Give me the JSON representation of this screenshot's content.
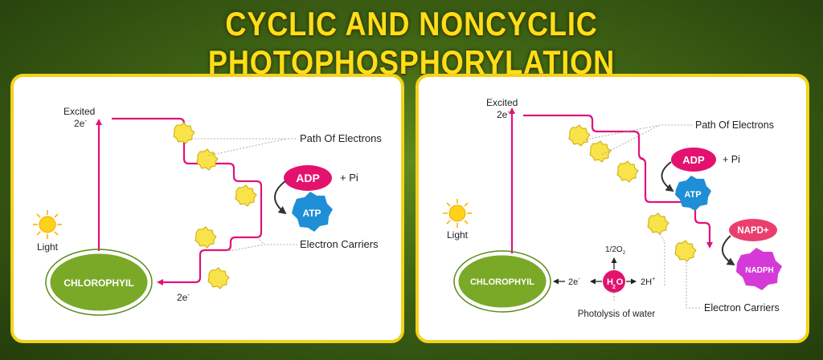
{
  "title": "CYCLIC AND NONCYCLIC PHOTOPHOSPHORYLATION",
  "colors": {
    "background": "#3f6414",
    "title": "#ffde17",
    "panel_border": "#f3d21a",
    "electron_path": "#e0137a",
    "carrier": "#f8e34a",
    "chlorophyll": "#7aa928",
    "adp": "#e4126f",
    "atp": "#1e8fd6",
    "napd": "#ea3f6c",
    "nadph": "#d53ad8"
  },
  "cyclic": {
    "excited": "Excited",
    "excited_e": "2e",
    "excited_sup": "-",
    "light": "Light",
    "chlorophyll": "CHLOROPHYIL",
    "return_e": "2e",
    "return_sup": "-",
    "path_label": "Path Of Electrons",
    "adp": "ADP",
    "pi": "+ Pi",
    "atp": "ATP",
    "carriers_label": "Electron Carriers"
  },
  "noncyclic": {
    "excited": "Excited",
    "excited_e": "2e",
    "excited_sup": "-",
    "light": "Light",
    "chlorophyll": "CHLOROPHYIL",
    "path_label": "Path Of Electrons",
    "adp": "ADP",
    "pi": "+ Pi",
    "atp": "ATP",
    "napd": "NAPD+",
    "nadph": "NADPH",
    "carriers_label": "Electron Carriers",
    "e_to_chl": "2e",
    "e_to_chl_sup": "-",
    "water_h": "H",
    "water_sub": "2",
    "water_o": "O",
    "oxygen": "1/2O",
    "oxygen_sub": "2",
    "protons": "2H",
    "protons_sup": "+",
    "photolysis": "Photolysis of water"
  }
}
